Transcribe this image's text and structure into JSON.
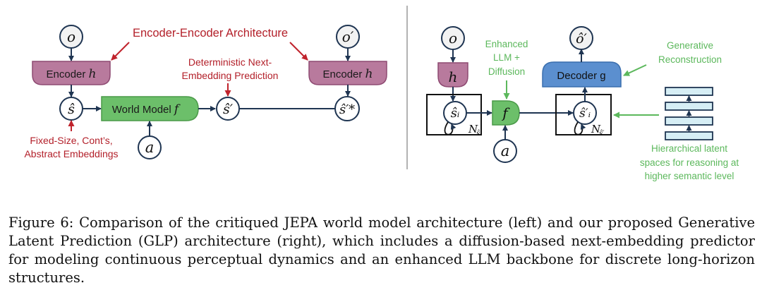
{
  "colors": {
    "encoder_fill": "#b87a9d",
    "encoder_stroke": "#8e4a72",
    "world_model_fill": "#6cbf6a",
    "world_model_stroke": "#4a9a48",
    "decoder_fill": "#5b8fcf",
    "decoder_stroke": "#3b6fae",
    "latent_fill": "#d6eef5",
    "red_annotation": "#b3202a",
    "green_annotation": "#5cb85c",
    "node_stroke": "#1f3552",
    "node_fill": "#f2f2f2"
  },
  "left_panel": {
    "title_annotation": "Encoder-Encoder Architecture",
    "prediction_annotation": [
      "Deterministic Next-",
      "Embedding Prediction"
    ],
    "embedding_annotation": [
      "Fixed-Size, Cont’s,",
      "Abstract Embeddings"
    ],
    "nodes": {
      "o": "o",
      "o_prime": "o′",
      "s_hat": "ŝ",
      "s_hat_prime": "ŝ′",
      "s_hat_prime_star": "ŝ′*",
      "a": "a"
    },
    "encoder_left": {
      "text": "Encoder ",
      "var": "h"
    },
    "encoder_right": {
      "text": "Encoder ",
      "var": "h"
    },
    "world_model": {
      "text": "World Model ",
      "var": "f"
    }
  },
  "right_panel": {
    "nodes": {
      "o": "o",
      "o_hat_prime": "ô′",
      "s_hat_i": "ŝᵢ",
      "s_hat_i_prime": "ŝ′ᵢ",
      "a": "a"
    },
    "encoder_var": "h",
    "predictor_var": "f",
    "decoder_label": "Decoder g",
    "plate_left_label": "N",
    "plate_left_sub": "ŝ",
    "plate_right_label": "N",
    "plate_right_sub": "ŝ′",
    "predictor_annotation": [
      "Enhanced",
      "LLM +",
      "Diffusion"
    ],
    "decoder_annotation": [
      "Generative",
      "Reconstruction"
    ],
    "hierarchy_annotation": [
      "Hierarchical latent",
      "spaces for reasoning at",
      "higher semantic level"
    ],
    "hierarchy_layers": 4
  },
  "caption": "Figure 6: Comparison of the critiqued JEPA world model architecture (left) and our proposed Generative Latent Prediction (GLP) architecture (right), which includes a diffusion-based next-embedding predictor for modeling continuous perceptual dynamics and an enhanced LLM backbone for discrete long-horizon structures."
}
